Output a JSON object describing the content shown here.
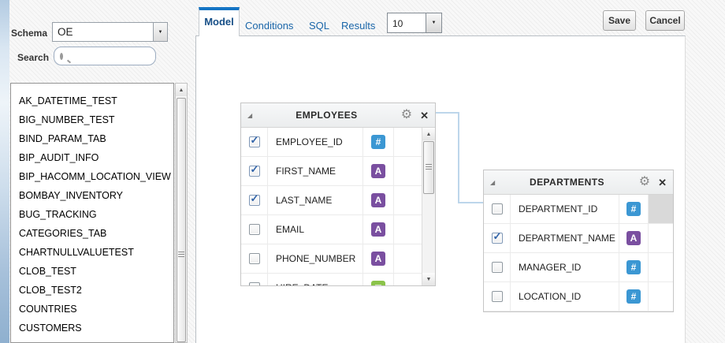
{
  "colors": {
    "accent": "#1474c4",
    "link": "#1a66a9",
    "type_number": "#3b97d3",
    "type_varchar": "#7a4fa0",
    "type_date": "#8bc34a",
    "connector": "#bdd6eb",
    "highlight_cell": "#d9d9d9"
  },
  "icons": {
    "gear": "⚙",
    "close": "✕",
    "collapse": "◢",
    "dropdown": "▼",
    "arrow_up": "▲",
    "arrow_down": "▼",
    "search": "search-icon"
  },
  "type_icons": {
    "number": "#",
    "varchar": "A",
    "date": "▦"
  },
  "sidebar": {
    "schema_label": "Schema",
    "schema_value": "OE",
    "search_label": "Search",
    "tables": [
      "AK_DATETIME_TEST",
      "BIG_NUMBER_TEST",
      "BIND_PARAM_TAB",
      "BIP_AUDIT_INFO",
      "BIP_HACOMM_LOCATION_VIEW",
      "BOMBAY_INVENTORY",
      "BUG_TRACKING",
      "CATEGORIES_TAB",
      "CHARTNULLVALUETEST",
      "CLOB_TEST",
      "CLOB_TEST2",
      "COUNTRIES",
      "CUSTOMERS"
    ]
  },
  "tabs": {
    "items": [
      {
        "label": "Model",
        "active": true
      },
      {
        "label": "Conditions",
        "active": false
      },
      {
        "label": "SQL",
        "active": false
      },
      {
        "label": "Results",
        "active": false
      }
    ],
    "rows_per_page": "10"
  },
  "actions": {
    "save": "Save",
    "cancel": "Cancel"
  },
  "cards": [
    {
      "title": "EMPLOYEES",
      "columns": [
        {
          "name": "EMPLOYEE_ID",
          "checked": true,
          "type": "number"
        },
        {
          "name": "FIRST_NAME",
          "checked": true,
          "type": "varchar"
        },
        {
          "name": "LAST_NAME",
          "checked": true,
          "type": "varchar"
        },
        {
          "name": "EMAIL",
          "checked": false,
          "type": "varchar"
        },
        {
          "name": "PHONE_NUMBER",
          "checked": false,
          "type": "varchar"
        },
        {
          "name": "HIRE_DATE",
          "checked": false,
          "type": "date"
        }
      ]
    },
    {
      "title": "DEPARTMENTS",
      "columns": [
        {
          "name": "DEPARTMENT_ID",
          "checked": false,
          "type": "number",
          "highlighted": true
        },
        {
          "name": "DEPARTMENT_NAME",
          "checked": true,
          "type": "varchar",
          "highlighted": false
        },
        {
          "name": "MANAGER_ID",
          "checked": false,
          "type": "number",
          "highlighted": false
        },
        {
          "name": "LOCATION_ID",
          "checked": false,
          "type": "number",
          "highlighted": false
        }
      ]
    }
  ]
}
